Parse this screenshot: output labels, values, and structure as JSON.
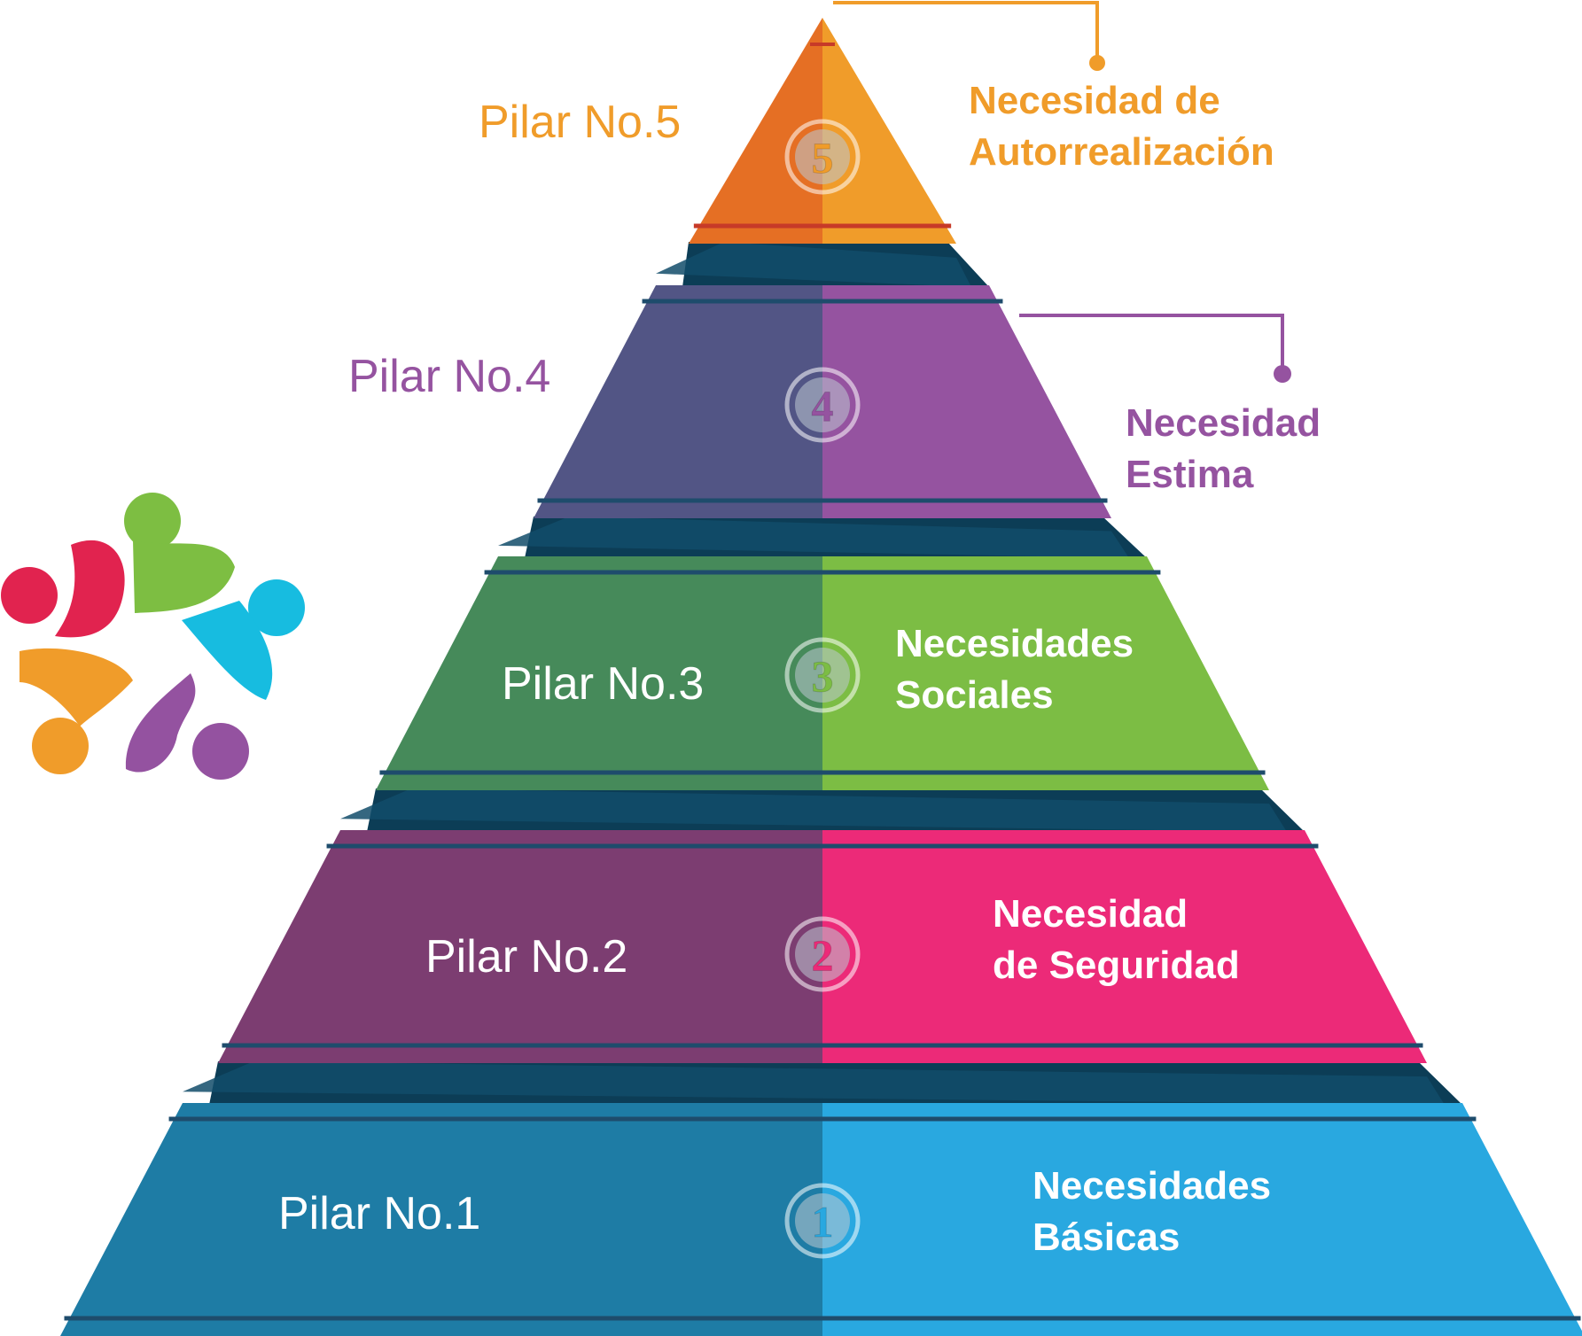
{
  "pyramid": {
    "levels": [
      {
        "number": "5",
        "pillar": "Pilar No.5",
        "need_lines": [
          "Necesidad de",
          "Autorrealización"
        ],
        "colors": {
          "left": "#E56F24",
          "right": "#F09C2A",
          "pillar_text": "#F09C2A",
          "need_text": "#F09C2A",
          "line": "#C73A28"
        }
      },
      {
        "number": "4",
        "pillar": "Pilar No.4",
        "need_lines": [
          "Necesidad",
          "Estima"
        ],
        "colors": {
          "left": "#525585",
          "right": "#9553A0",
          "pillar_text": "#9553A0",
          "need_text": "#9553A0",
          "line": "#1E4C6C"
        }
      },
      {
        "number": "3",
        "pillar": "Pilar No.3",
        "need_lines": [
          "Necesidades",
          "Sociales"
        ],
        "colors": {
          "left": "#468A5A",
          "right": "#7CBD44",
          "pillar_text": "#FFFFFF",
          "need_text": "#FFFFFF",
          "line": "#1E4C6C"
        }
      },
      {
        "number": "2",
        "pillar": "Pilar No.2",
        "need_lines": [
          "Necesidad",
          "de Seguridad"
        ],
        "colors": {
          "left": "#7C3D71",
          "right": "#EC2A78",
          "pillar_text": "#FFFFFF",
          "need_text": "#FFFFFF",
          "line": "#1E4C6C"
        }
      },
      {
        "number": "1",
        "pillar": "Pilar No.1",
        "need_lines": [
          "Necesidades",
          "Básicas"
        ],
        "colors": {
          "left": "#1E7CA5",
          "right": "#29A8E0",
          "pillar_text": "#FFFFFF",
          "need_text": "#FFFFFF",
          "line": "#1E4C6C"
        }
      }
    ],
    "connector_color": "#0C3D56"
  },
  "logo": {
    "name": "people-circle-logo",
    "colors": [
      "#7DBE42",
      "#17BCE0",
      "#9452A0",
      "#F09C2A",
      "#E1234F"
    ]
  }
}
